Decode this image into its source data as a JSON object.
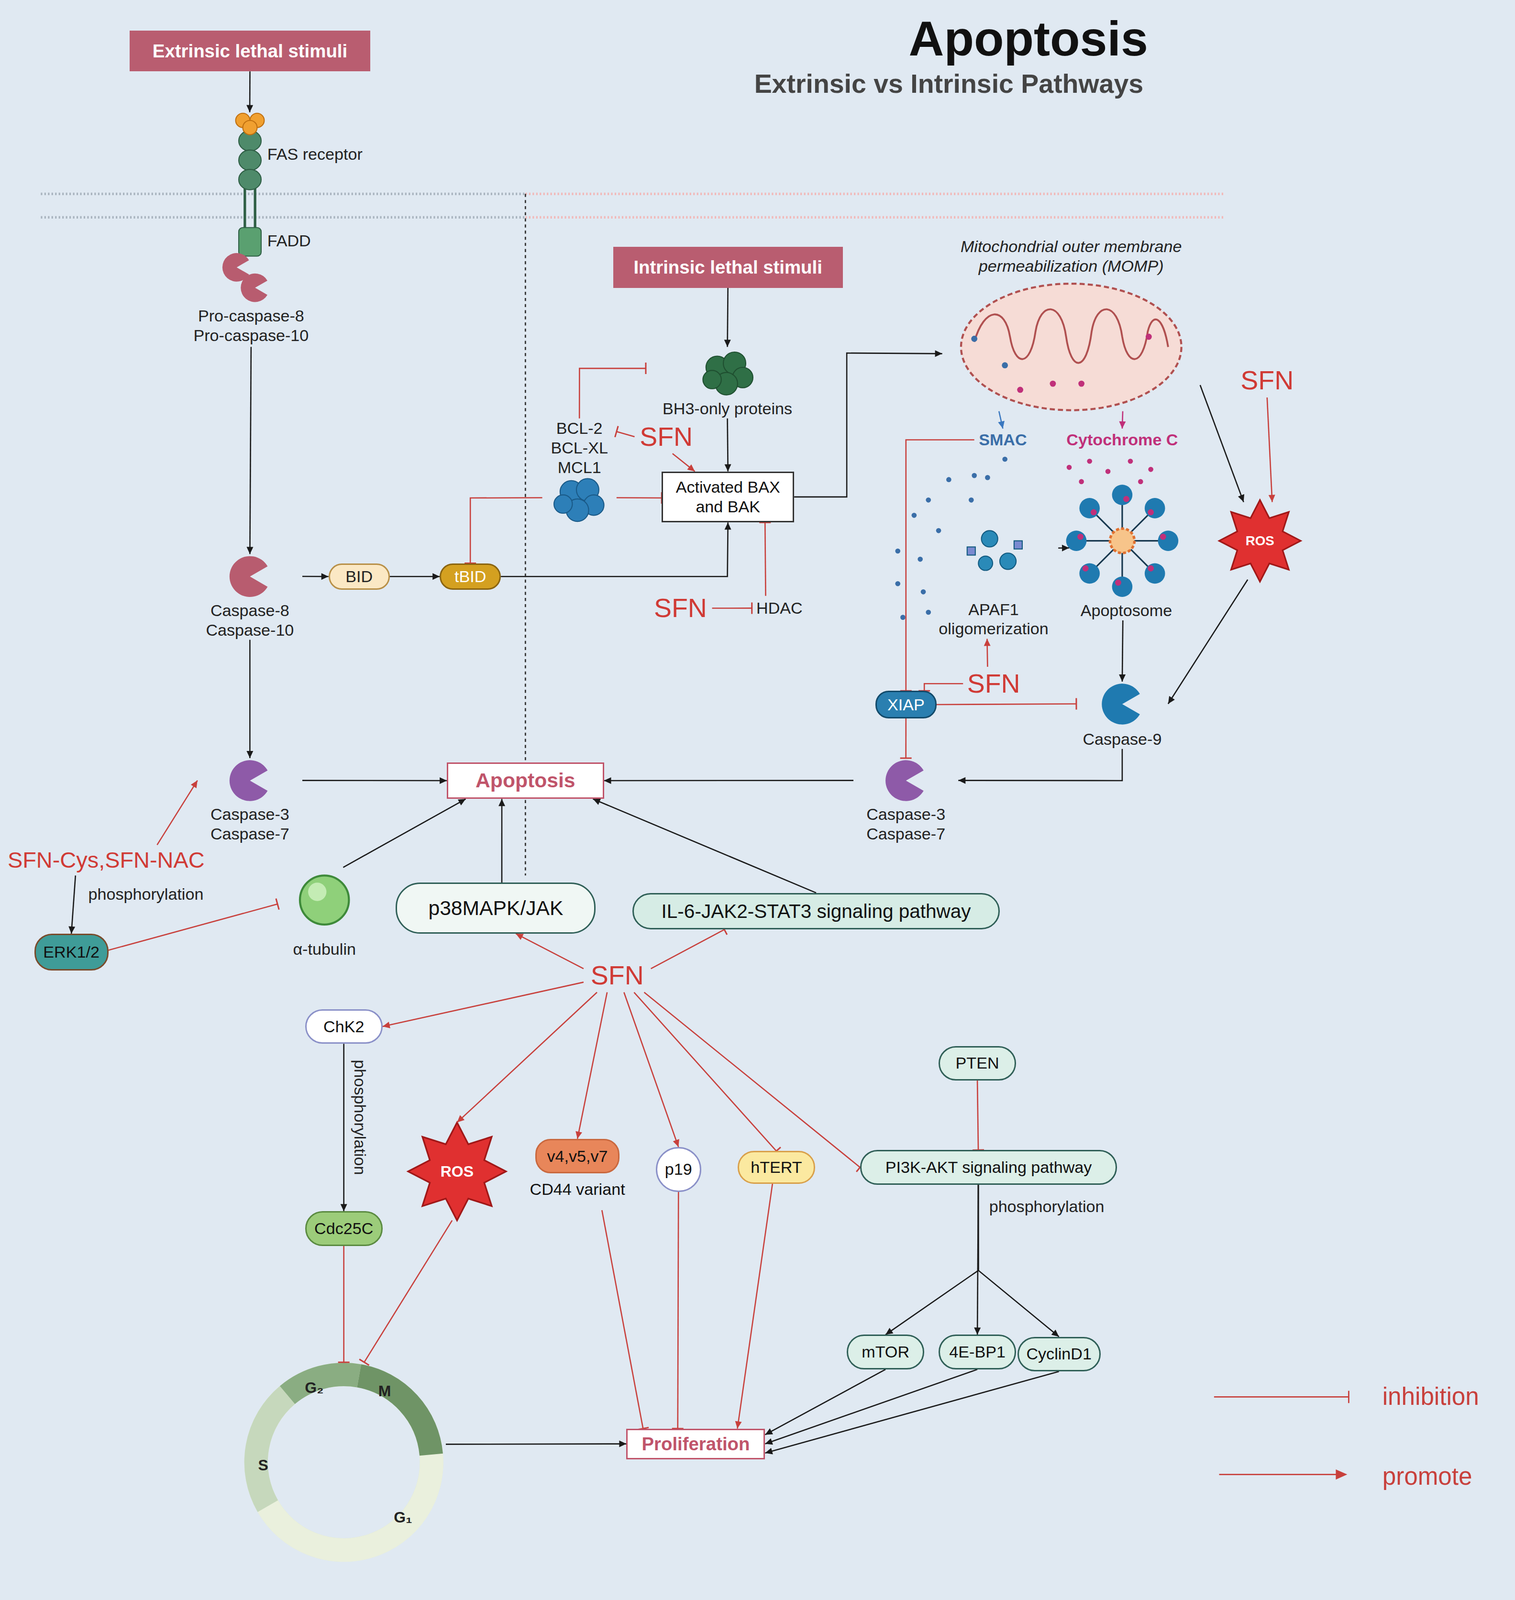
{
  "diagram": {
    "title": "Apoptosis",
    "nodes": [
      {
        "text": [
          "Extrinsic lethal stimuli"
        ]
      },
      {
        "text": [
          "FAS receptor"
        ]
      },
      {
        "text": [
          "FADD"
        ]
      },
      {
        "text": [
          "Pro-caspase-8 Pro-caspase-10"
        ]
      },
      {
        "text": [
          "Caspase-8 Caspase-10"
        ]
      },
      {
        "text": [
          "BID"
        ]
      },
      {
        "text": [
          "tBID"
        ]
      },
      {
        "text": [
          "Caspase-3 Caspase-7"
        ]
      },
      {
        "text": [
          "Intrinsic lethal stimuli"
        ]
      },
      {
        "text": [
          "BH3-only proteins"
        ]
      },
      {
        "text": [
          "BCL-2 BCL-XL MCL1"
        ]
      },
      {
        "text": [
          "Activated BAX and BAK"
        ]
      },
      {
        "text": [
          "HDAC"
        ]
      },
      {
        "text": [
          "Mitochondrial outer membrane permeabilization (MOMP)"
        ]
      },
      {
        "text": [
          "SMAC"
        ]
      },
      {
        "text": [
          "Cytochrome C"
        ]
      },
      {
        "text": [
          "APAF1 oligomerization"
        ]
      },
      {
        "text": [
          "Apoptosome"
        ]
      },
      {
        "text": [
          "ROS"
        ]
      },
      {
        "text": [
          "XIAP"
        ]
      },
      {
        "text": [
          "Caspase-9"
        ]
      },
      {
        "text": [
          "Caspase-3 Caspase-7"
        ]
      },
      {
        "text": [
          "Apoptosis"
        ]
      },
      {
        "text": [
          "α-tubulin"
        ]
      },
      {
        "text": [
          "ERK1/2"
        ]
      },
      {
        "text": [
          "SFN-Cys,SFN-NAC"
        ]
      },
      {
        "text": [
          "p38MAPK/JAK"
        ]
      },
      {
        "text": [
          "IL-6-JAK2-STAT3 signaling pathway"
        ]
      },
      {
        "text": [
          "SFN"
        ]
      },
      {
        "text": [
          "ChK2"
        ]
      },
      {
        "text": [
          "Cdc25C"
        ]
      },
      {
        "text": [
          "ROS"
        ]
      },
      {
        "text": [
          "v4,v5,v7",
          "CD44 variant"
        ]
      },
      {
        "text": [
          "p19"
        ]
      },
      {
        "text": [
          "hTERT"
        ]
      },
      {
        "text": [
          "PTEN"
        ]
      },
      {
        "text": [
          "PI3K-AKT signaling pathway"
        ]
      },
      {
        "text": [
          "mTOR"
        ]
      },
      {
        "text": [
          "4E-BP1"
        ]
      },
      {
        "text": [
          "CyclinD1"
        ]
      },
      {
        "text": [
          "G₂",
          "M",
          "S",
          "G₁"
        ]
      },
      {
        "text": [
          "Proliferation"
        ]
      },
      {
        "text": [
          "SFN"
        ]
      },
      {
        "text": [
          "SFN"
        ]
      },
      {
        "text": [
          "SFN"
        ]
      },
      {
        "text": [
          "SFN"
        ]
      }
    ],
    "edges": [
      {
        "from": 0,
        "to": 1,
        "arrow": "to"
      },
      {
        "from": 3,
        "to": 4,
        "arrow": "to"
      },
      {
        "from": 4,
        "to": 5,
        "arrow": "to"
      },
      {
        "from": 5,
        "to": 6,
        "arrow": "to"
      },
      {
        "from": 4,
        "to": 7,
        "arrow": "to"
      },
      {
        "from": 7,
        "to": 22,
        "arrow": "to"
      },
      {
        "from": 6,
        "to": 11,
        "arrow": "to"
      },
      {
        "from": 10,
        "to": 6,
        "arrow": "to"
      },
      {
        "from": 8,
        "to": 9,
        "arrow": "to"
      },
      {
        "from": 10,
        "to": 9,
        "arrow": "to"
      },
      {
        "from": 9,
        "to": 11,
        "arrow": "to"
      },
      {
        "from": 10,
        "to": 11,
        "arrow": "to"
      },
      {
        "from": 42,
        "to": 10,
        "arrow": "to"
      },
      {
        "from": 42,
        "to": 11,
        "arrow": "to"
      },
      {
        "from": 43,
        "to": 12,
        "arrow": "to"
      },
      {
        "from": 12,
        "to": 11,
        "arrow": "to"
      },
      {
        "from": 11,
        "to": 13,
        "arrow": "to"
      },
      {
        "from": 13,
        "to": 14,
        "arrow": "to"
      },
      {
        "from": 13,
        "to": 15,
        "arrow": "to"
      },
      {
        "from": 13,
        "to": 18,
        "arrow": "to"
      },
      {
        "from": 44,
        "to": 18,
        "arrow": "to"
      },
      {
        "from": 14,
        "to": 19,
        "arrow": "to"
      },
      {
        "from": 16,
        "to": 17,
        "arrow": "to"
      },
      {
        "from": 45,
        "to": 16,
        "arrow": "to"
      },
      {
        "from": 45,
        "to": 19,
        "arrow": "to"
      },
      {
        "from": 19,
        "to": 20,
        "arrow": "to"
      },
      {
        "from": 19,
        "to": 21,
        "arrow": "to"
      },
      {
        "from": 17,
        "to": 20,
        "arrow": "to"
      },
      {
        "from": 18,
        "to": 20,
        "arrow": "to"
      },
      {
        "from": 20,
        "to": 21,
        "arrow": "to"
      },
      {
        "from": 21,
        "to": 22,
        "arrow": "to"
      },
      {
        "from": 25,
        "to": 7,
        "arrow": "to"
      },
      {
        "from": 25,
        "to": 24,
        "label": "phosphorylation",
        "arrow": "to"
      },
      {
        "from": 24,
        "to": 23,
        "arrow": "to"
      },
      {
        "from": 23,
        "to": 22,
        "arrow": "to"
      },
      {
        "from": 26,
        "to": 22,
        "arrow": "to"
      },
      {
        "from": 27,
        "to": 22,
        "arrow": "to"
      },
      {
        "from": 28,
        "to": 26,
        "arrow": "to"
      },
      {
        "from": 28,
        "to": 27,
        "arrow": "to"
      },
      {
        "from": 28,
        "to": 29,
        "arrow": "to"
      },
      {
        "from": 28,
        "to": 31,
        "arrow": "to"
      },
      {
        "from": 28,
        "to": 32,
        "arrow": "to"
      },
      {
        "from": 28,
        "to": 33,
        "arrow": "to"
      },
      {
        "from": 28,
        "to": 34,
        "arrow": "to"
      },
      {
        "from": 28,
        "to": 36,
        "arrow": "to"
      },
      {
        "from": 29,
        "to": 30,
        "label": "phosphorylation",
        "arrow": "to"
      },
      {
        "from": 30,
        "to": 40,
        "arrow": "to"
      },
      {
        "from": 31,
        "to": 40,
        "arrow": "to"
      },
      {
        "from": 40,
        "to": 41,
        "arrow": "to"
      },
      {
        "from": 32,
        "to": 41,
        "arrow": "to"
      },
      {
        "from": 33,
        "to": 41,
        "arrow": "to"
      },
      {
        "from": 34,
        "to": 41,
        "arrow": "to"
      },
      {
        "from": 35,
        "to": 36,
        "arrow": "to"
      },
      {
        "from": 36,
        "to": 37,
        "arrow": "to"
      },
      {
        "from": 36,
        "to": 38,
        "label": "phosphorylation",
        "arrow": "to"
      },
      {
        "from": 36,
        "to": 39,
        "arrow": "to"
      },
      {
        "from": 37,
        "to": 41,
        "arrow": "to"
      },
      {
        "from": 38,
        "to": 41,
        "arrow": "to"
      },
      {
        "from": 39,
        "to": 41,
        "arrow": "to"
      }
    ],
    "labels": [
      "Extrinsic vs Intrinsic Pathways"
    ],
    "legend": [
      {
        "text": "inhibition"
      },
      {
        "text": "promote"
      }
    ]
  }
}
